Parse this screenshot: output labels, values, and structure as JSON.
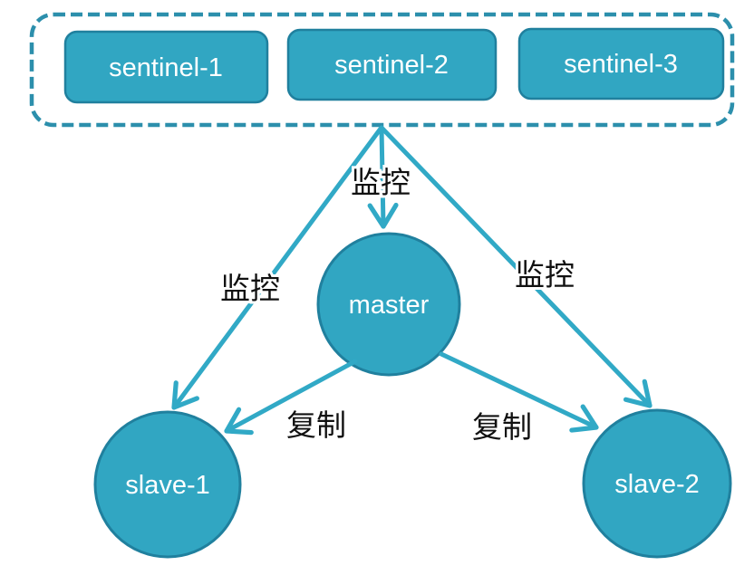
{
  "diagram": {
    "sentinel_group": {
      "nodes": [
        {
          "label": "sentinel-1"
        },
        {
          "label": "sentinel-2"
        },
        {
          "label": "sentinel-3"
        }
      ]
    },
    "nodes": {
      "master": {
        "label": "master"
      },
      "slave1": {
        "label": "slave-1"
      },
      "slave2": {
        "label": "slave-2"
      }
    },
    "edges": {
      "sentinels_to_master": {
        "from": "sentinel-group",
        "to": "master",
        "label": "监控"
      },
      "sentinels_to_slave1": {
        "from": "sentinel-group",
        "to": "slave-1",
        "label": "监控"
      },
      "sentinels_to_slave2": {
        "from": "sentinel-group",
        "to": "slave-2",
        "label": "监控"
      },
      "master_to_slave1": {
        "from": "master",
        "to": "slave-1",
        "label": "复制"
      },
      "master_to_slave2": {
        "from": "master",
        "to": "slave-2",
        "label": "复制"
      }
    },
    "colors": {
      "node_fill": "#31A6C2",
      "node_border": "#20809E",
      "arrow": "#31A9C6",
      "dashed_border": "#2C8FAC",
      "node_text": "#FFFFFF",
      "edge_label_text": "#111111"
    }
  }
}
